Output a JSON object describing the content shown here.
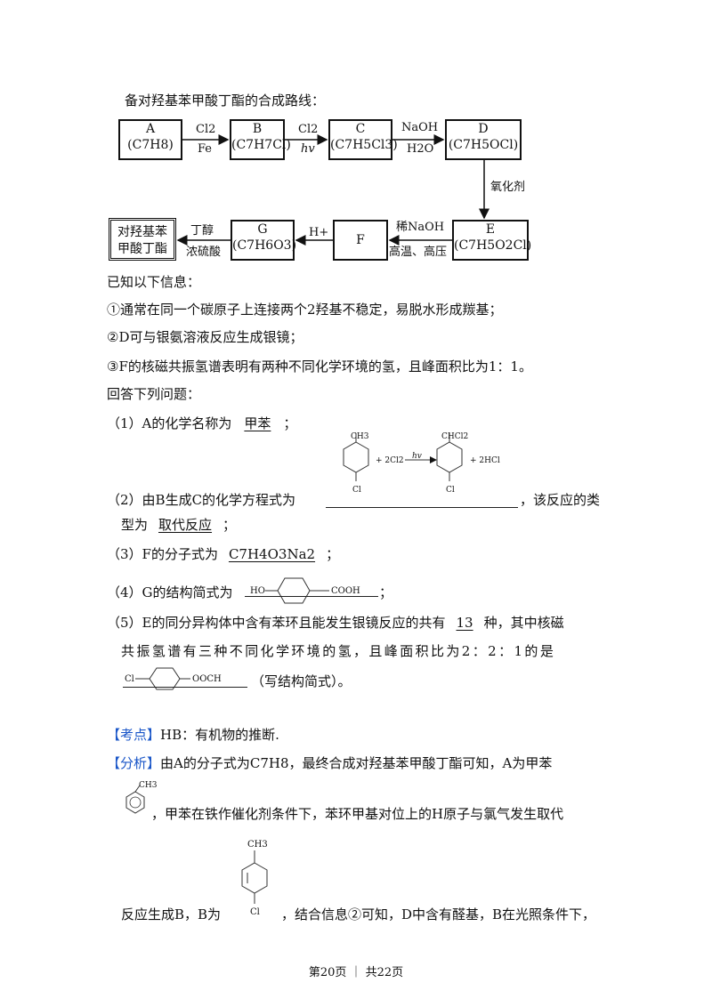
{
  "intro": "备对羟基苯甲酸丁酯的合成路线：",
  "route": {
    "A": {
      "name": "A",
      "formula": "(C7H8)"
    },
    "B": {
      "name": "B",
      "formula": "(C7H7Cl)"
    },
    "C": {
      "name": "C",
      "formula": "(C7H5Cl3)"
    },
    "D": {
      "name": "D",
      "formula": "(C7H5OCl)"
    },
    "E": {
      "name": "E",
      "formula": "(C7H5O2Cl)"
    },
    "F": {
      "name": "F"
    },
    "G": {
      "name": "G",
      "formula": "(C7H6O3)"
    },
    "final": "对羟基苯甲酸丁酯",
    "ab_top": "Cl2",
    "ab_bottom": "Fe",
    "bc_top": "Cl2",
    "bc_bottom": "hv",
    "cd_top": "NaOH",
    "cd_bottom": "H2O",
    "de": "氧化剂",
    "ef_top": "稀NaOH",
    "ef_bottom": "高温、高压",
    "fg_top": "H+",
    "g_top": "丁醇",
    "g_bottom": "浓硫酸"
  },
  "known_title": "已知以下信息：",
  "info": [
    "①通常在同一个碳原子上连接两个2羟基不稳定，易脱水形成羰基；",
    "②D可与银氨溶液反应生成银镜；",
    "③F的核磁共振氢谱表明有两种不同化学环境的氢，且峰面积比为1：1。"
  ],
  "questions_title": "回答下列问题：",
  "q1": {
    "prefix": "（1）A的化学名称为",
    "answer": "甲苯",
    "suffix": "；"
  },
  "q2": {
    "prefix": "（2）由B生成C的化学方程式为",
    "suffix": "，该反应的类",
    "line2_prefix": "型为",
    "answer": "取代反应",
    "line2_suffix": "；",
    "eq": {
      "reactant_sub": "CH3",
      "reactant_cl": "Cl",
      "plus1": "+ 2Cl2",
      "cond": "hv",
      "product_sub": "CHCl2",
      "product_cl": "Cl",
      "plus2": "+ 2HCl"
    }
  },
  "q3": {
    "prefix": "（3）F的分子式为",
    "answer": "C7H4O3Na2",
    "suffix": "；"
  },
  "q4": {
    "prefix": "（4）G的结构简式为",
    "suffix": "；",
    "left": "HO",
    "right": "COOH"
  },
  "q5": {
    "line1": "（5）E的同分异构体中含有苯环且能发生银镜反应的共有",
    "count": "13",
    "line1_suffix": "种，其中核磁",
    "line2": "共振氢谱有三种不同化学环境的氢，且峰面积比为2：2：1的是",
    "struct_left": "Cl",
    "struct_right": "OOCH",
    "line3_suffix": "（写结构简式）。"
  },
  "kaodian": {
    "tag": "【考点】",
    "text": "HB：有机物的推断."
  },
  "fenxi": {
    "tag": "【分析】",
    "line1": "由A的分子式为C7H8，最终合成对羟基苯甲酸丁酯可知，A为甲苯",
    "methyl": "CH3",
    "line2": "，甲苯在铁作催化剂条件下，苯环甲基对位上的H原子与氯气发生取代",
    "b_sub": "CH3",
    "b_cl": "Cl",
    "line3_prefix": "反应生成B，B为",
    "line3_suffix": "，结合信息②可知，D中含有醛基，B在光照条件下，"
  },
  "footer": "第20页 ｜ 共22页"
}
